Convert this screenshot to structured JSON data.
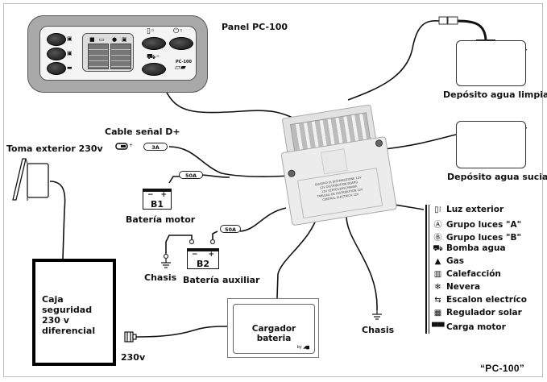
{
  "diagram": {
    "title_badge": "“PC-100”",
    "panel": {
      "label": "Panel PC-100",
      "left_button_icons": [
        "battery-b1-icon",
        "battery-b2-icon",
        "battery-icon"
      ],
      "right_buttons": [
        {
          "icon": "exterior-light-icon",
          "symbol": "D⁝"
        },
        {
          "icon": "power-icon",
          "symbol": "⏻"
        },
        {
          "icon": "water-pump-icon",
          "symbol": "⛽"
        }
      ],
      "logo_text": "PC-100"
    },
    "components": {
      "toma_exterior": "Toma exterior 230v",
      "cable_senal": "Cable señal D+",
      "cable_senal_fuse": "3A",
      "bateria_motor": {
        "label": "Batería motor",
        "name": "B1",
        "minus": "−",
        "plus": "+",
        "fuse": "50A"
      },
      "bateria_auxiliar": {
        "label": "Batería auxiliar",
        "name": "B2",
        "minus": "−",
        "plus": "+",
        "fuse": "50A"
      },
      "chasis_left": "Chasis",
      "chasis_right": "Chasis",
      "caja_seguridad": "Caja seguridad 230 v diferencial",
      "plug_230": "230v",
      "cargador": {
        "label": "Cargador bateria",
        "by": "by"
      },
      "deposito_limpia": "Depósito agua limpia",
      "deposito_sucia": "Depósito agua sucia",
      "central_box_label": [
        "QUADRO DI DISTRIBUZIONE 12V",
        "12V DISTRIBUTION BOARD",
        "12V VERTEILERSCHRANK",
        "TABLEAU DE DISTRIBUTION 12V",
        "CENTRAL ELECTRICA 12V"
      ]
    },
    "legend": [
      {
        "icon": "exterior-light-icon",
        "glyph": "▯⁝",
        "label": "Luz exterior"
      },
      {
        "icon": "group-a-icon",
        "glyph": "Ⓐ",
        "label": "Grupo luces \"A\""
      },
      {
        "icon": "group-b-icon",
        "glyph": "Ⓑ",
        "label": "Grupo luces \"B\""
      },
      {
        "icon": "water-pump-icon",
        "glyph": "⛟",
        "label": "Bomba agua"
      },
      {
        "icon": "gas-icon",
        "glyph": "▲",
        "label": "Gas"
      },
      {
        "icon": "heating-icon",
        "glyph": "▥",
        "label": "Calefacción"
      },
      {
        "icon": "fridge-icon",
        "glyph": "❄",
        "label": "Nevera"
      },
      {
        "icon": "electric-step-icon",
        "glyph": "⇆",
        "label": "Escalon electríco"
      },
      {
        "icon": "solar-regulator-icon",
        "glyph": "▦",
        "label": "Regulador solar"
      },
      {
        "icon": "engine-charge-icon",
        "glyph": "▀▀",
        "label": "Carga motor"
      }
    ]
  }
}
